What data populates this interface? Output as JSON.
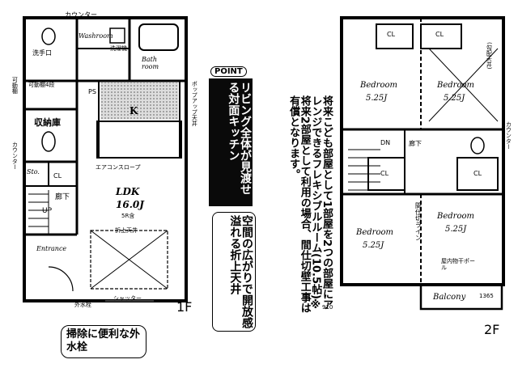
{
  "floor1": {
    "label": "1F",
    "rooms": {
      "ldk": "LDK",
      "ldk_size": "16.0J",
      "ldk_note": "5R含",
      "kitchen": "K",
      "washroom": "Washroom",
      "bathroom": "Bath room",
      "storage": "収納庫",
      "sto": "Sto.",
      "entrance": "Entrance",
      "hallway": "廊下"
    },
    "labels": {
      "counter": "カウンター",
      "hand_wash": "洗手口",
      "shelf_left": "可動棚",
      "counter_left": "カウンター",
      "shelf_4": "可動棚4段",
      "cl": "CL",
      "pop_up_ceiling": "ポップアップ天井",
      "ps": "PS",
      "folded_ceiling": "折上天井",
      "shutter": "シャッター",
      "outdoor_tap": "外水栓",
      "washing_machine": "洗濯機",
      "ac_outlet": "エアコンスロープ",
      "up": "UP"
    },
    "callouts": {
      "point_badge": "POINT",
      "point_text": "リビング全体が見渡せる対面キッチン",
      "ceiling_text": "空間の広がりで開放感溢れる折上天井",
      "tap_text": "掃除に便利な外水栓"
    }
  },
  "floor2": {
    "label": "2F",
    "rooms": {
      "bedroom_tl": "Bedroom",
      "bedroom_tl_size": "5.25J",
      "bedroom_tr": "Bedroom",
      "bedroom_tr_size": "5.25J",
      "bedroom_bl": "Bedroom",
      "bedroom_bl_size": "5.25J",
      "bedroom_br": "Bedroom",
      "bedroom_br_size": "5.25J",
      "balcony": "Balcony",
      "hall": "廊下"
    },
    "labels": {
      "cl": "CL",
      "dn": "DN",
      "counter": "カウンター",
      "partition_line": "間仕切ライン",
      "loft": "(勾配天井)",
      "dim_910": "910",
      "dim_1365": "1365",
      "storage_note": "屋内物干ポール"
    },
    "note": "将来こども部屋として1部屋を2つの部屋にアレンジできるフレキシブルルーム(10.5帖)※将来2部屋として利用の場合、間仕切壁工事は有償となります。"
  },
  "colors": {
    "accent": "#e84a00",
    "ink": "#111111",
    "dark_box": "#0a0a0a"
  }
}
